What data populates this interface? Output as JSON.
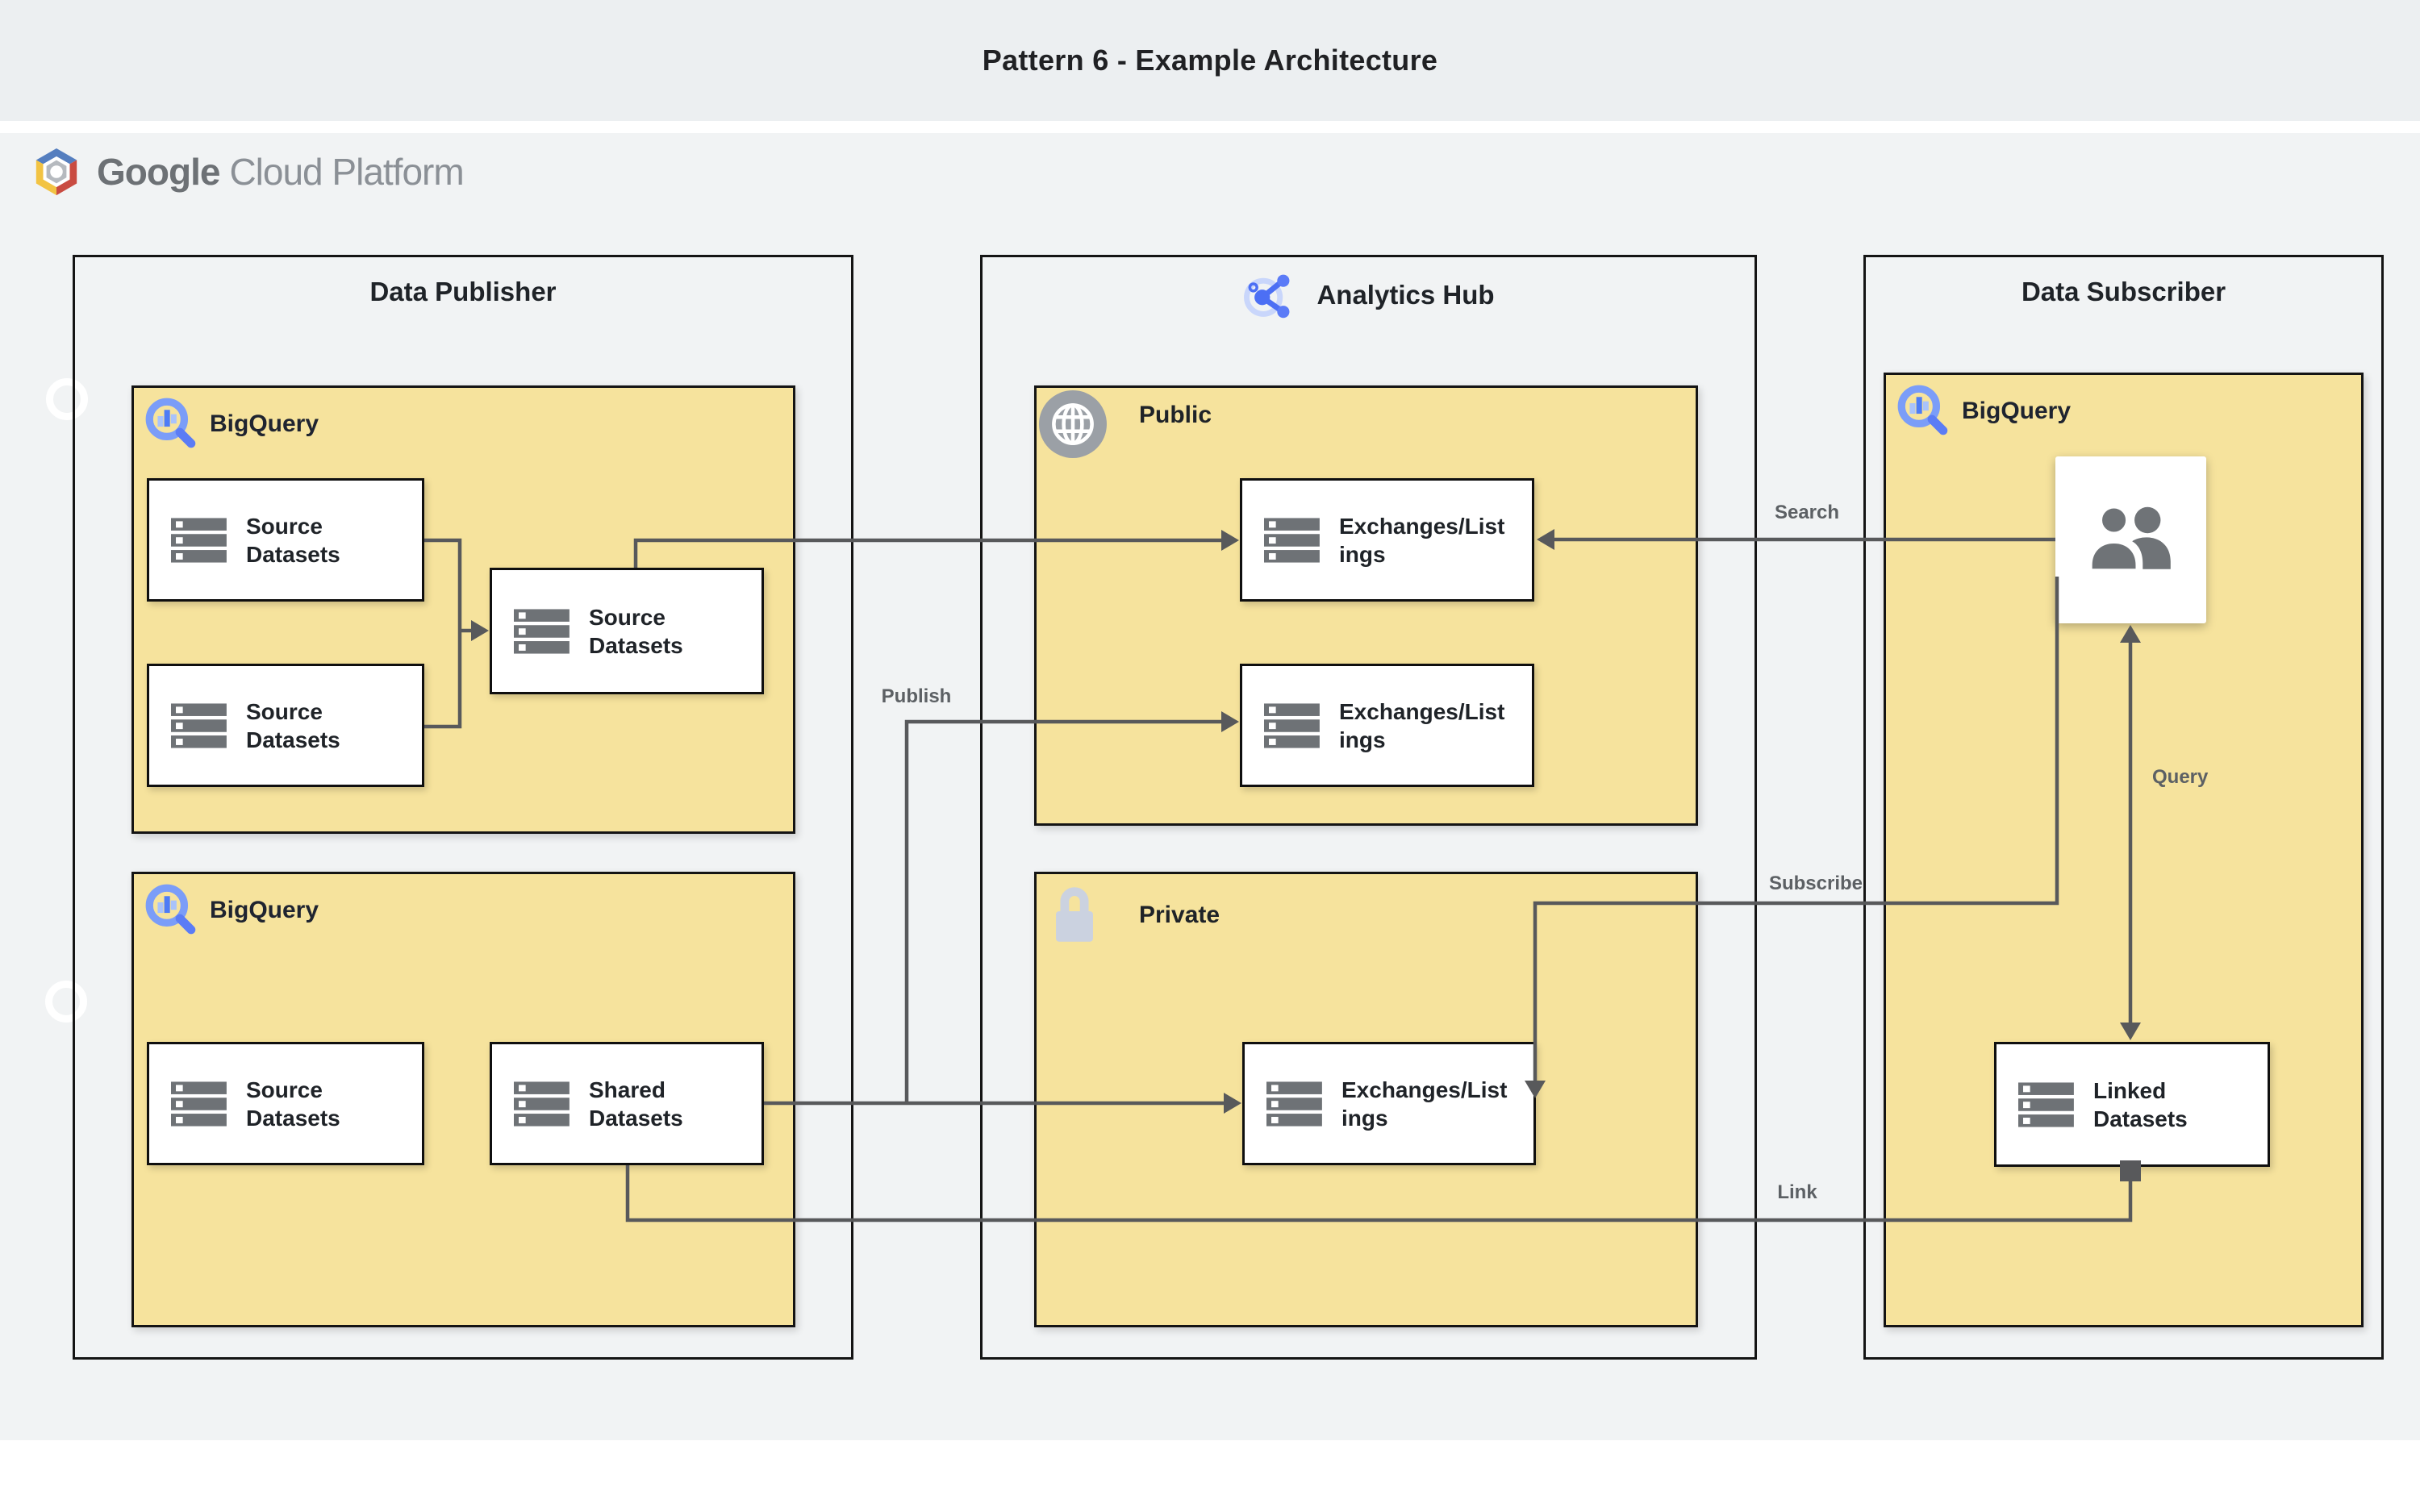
{
  "header": {
    "title": "Pattern 6 - Example Architecture"
  },
  "logo": {
    "google": "Google",
    "cloud_platform": "Cloud Platform"
  },
  "diagram": {
    "data_publisher": {
      "title": "Data Publisher",
      "bigquery_top": {
        "label": "BigQuery",
        "source_a": "Source Datasets",
        "source_b": "Source Datasets",
        "source_c": "Source Datasets"
      },
      "bigquery_bottom": {
        "label": "BigQuery",
        "source": "Source Datasets",
        "shared": "Shared Datasets"
      }
    },
    "analytics_hub": {
      "title": "Analytics Hub",
      "public": {
        "label": "Public",
        "exchange_a": "Exchanges/Listings",
        "exchange_b": "Exchanges/Listings"
      },
      "private": {
        "label": "Private",
        "exchange": "Exchanges/Listings"
      }
    },
    "data_subscriber": {
      "title": "Data Subscriber",
      "bigquery": {
        "label": "BigQuery"
      },
      "linked": "Linked Datasets"
    },
    "edge_labels": {
      "publish": "Publish",
      "search": "Search",
      "subscribe": "Subscribe",
      "query": "Query",
      "link": "Link"
    }
  },
  "icons": {
    "gcp_logo": "gcp-hexagon-logo",
    "bigquery": "magnifier-bar-chart-icon",
    "analytics_hub": "share-network-icon",
    "public": "globe-icon",
    "private": "lock-icon",
    "subscriber_users": "people-icon",
    "dataset": "stacked-datasets-icon"
  },
  "colors": {
    "band": "#ECEFF1",
    "background": "#F1F3F4",
    "highlight_yellow": "#F6E39D",
    "border_black": "#141414",
    "connector_gray": "#58595B",
    "label_gray": "#5C6064",
    "blue_accent": "#4C6FF4",
    "icon_gray": "#6F7377"
  }
}
